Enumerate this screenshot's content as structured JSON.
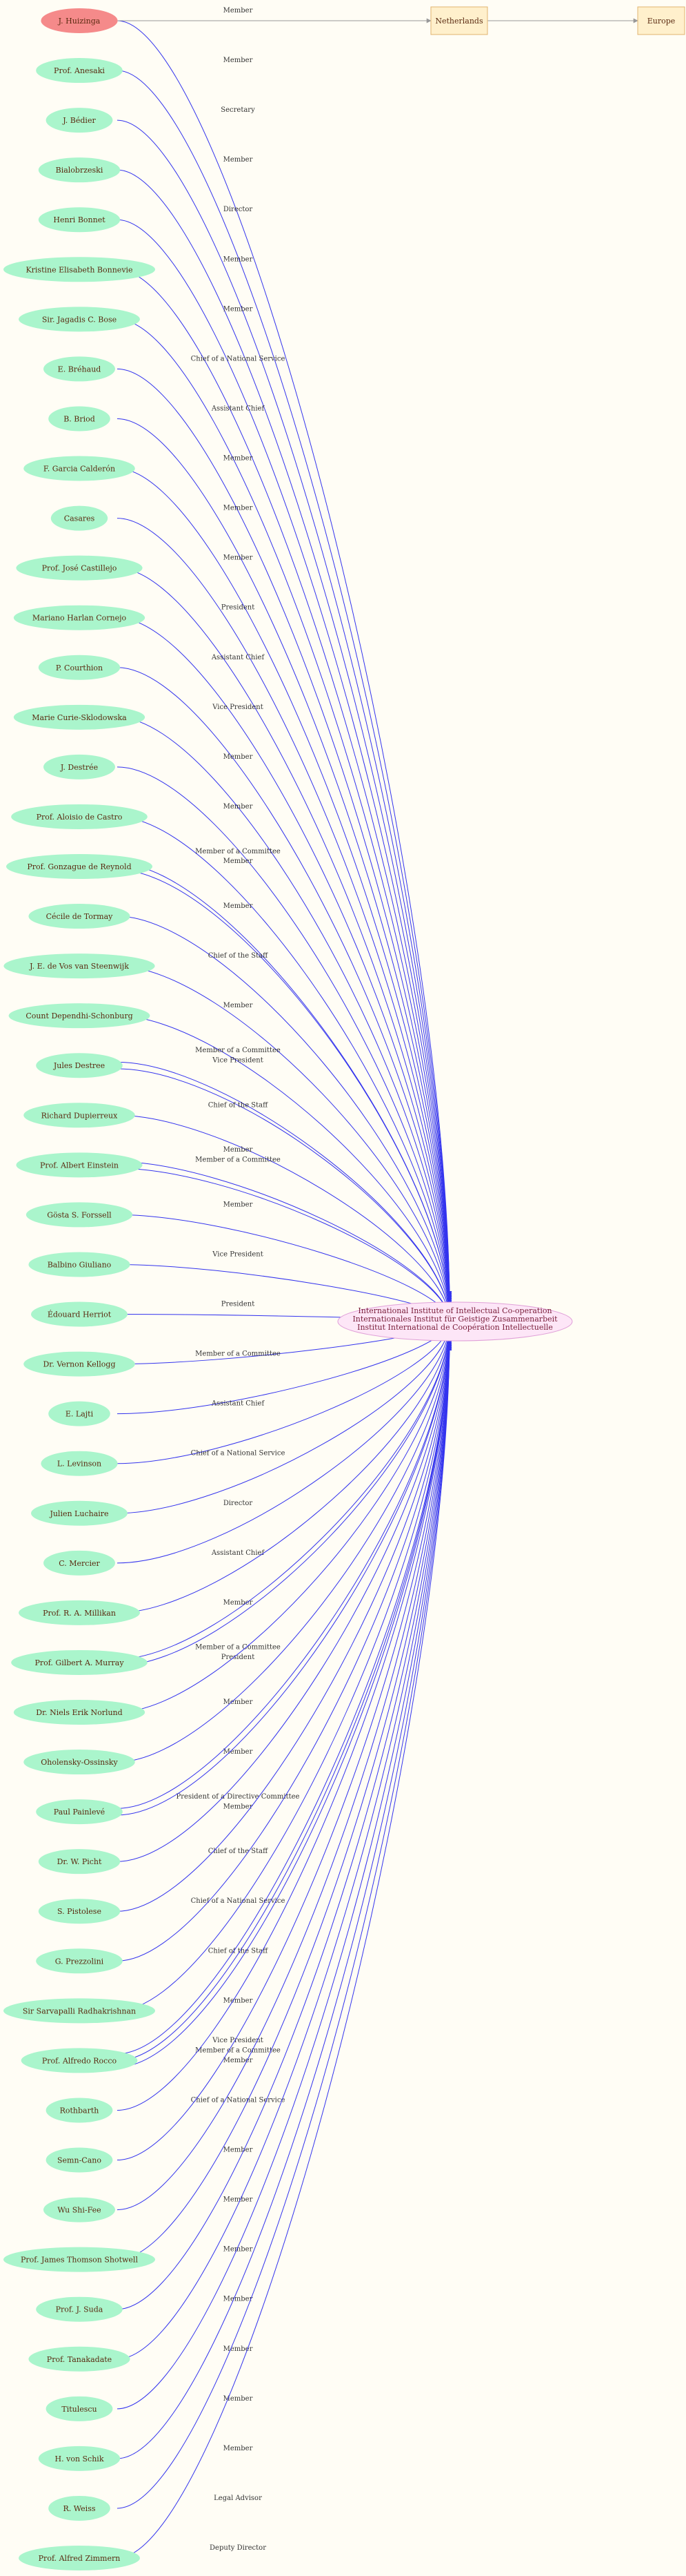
{
  "colors": {
    "background": "#fffdf5",
    "person_fill": "#aaf5cc",
    "highlight_fill": "#f58a8a",
    "hub_fill": "#fde6f7",
    "hub_stroke": "#e0a0d8",
    "box_fill": "#fff0cc",
    "box_stroke": "#e0b470",
    "edge_color": "#3333ee",
    "location_edge_color": "#999999"
  },
  "hub": {
    "lines": [
      "International Institute of Intellectual Co-operation",
      "Internationales Institut für Geistige Zusammenarbeit",
      "Institut International de Coopération Intellectuelle"
    ]
  },
  "locations": [
    {
      "id": "netherlands",
      "label": "Netherlands"
    },
    {
      "id": "europe",
      "label": "Europe"
    }
  ],
  "people": [
    {
      "name": "J. Huizinga",
      "highlight": true,
      "roles": [
        "Member"
      ]
    },
    {
      "name": "Prof. Anesaki",
      "roles": [
        "Member"
      ]
    },
    {
      "name": "J. Bédier",
      "roles": [
        "Secretary"
      ]
    },
    {
      "name": "Bialobrzeski",
      "roles": [
        "Member"
      ]
    },
    {
      "name": "Henri Bonnet",
      "roles": [
        "Director"
      ]
    },
    {
      "name": "Kristine Elisabeth Bonnevie",
      "roles": [
        "Member"
      ]
    },
    {
      "name": "Sir. Jagadis C. Bose",
      "roles": [
        "Member"
      ]
    },
    {
      "name": "E. Bréhaud",
      "roles": [
        "Chief of a National Service"
      ]
    },
    {
      "name": "B. Briod",
      "roles": [
        "Assistant Chief"
      ]
    },
    {
      "name": "F. Garcia Calderón",
      "roles": [
        "Member"
      ]
    },
    {
      "name": "Casares",
      "roles": [
        "Member"
      ]
    },
    {
      "name": "Prof. José Castillejo",
      "roles": [
        "Member"
      ]
    },
    {
      "name": "Mariano Harlan Cornejo",
      "roles": [
        "President"
      ]
    },
    {
      "name": "P. Courthion",
      "roles": [
        "Assistant Chief"
      ]
    },
    {
      "name": "Marie Curie-Sklodowska",
      "roles": [
        "Vice President"
      ]
    },
    {
      "name": "J. Destrée",
      "roles": [
        "Member"
      ]
    },
    {
      "name": "Prof. Aloisio de Castro",
      "roles": [
        "Member"
      ]
    },
    {
      "name": "Prof. Gonzague de Reynold",
      "roles": [
        "Member of a Committee",
        "Member"
      ]
    },
    {
      "name": "Cécile de Tormay",
      "roles": [
        "Member"
      ]
    },
    {
      "name": "J. E. de Vos van Steenwijk",
      "roles": [
        "Chief of the Staff"
      ]
    },
    {
      "name": "Count Dependhi-Schonburg",
      "roles": [
        "Member"
      ]
    },
    {
      "name": "Jules Destree",
      "roles": [
        "Member of a Committee",
        "Vice President"
      ]
    },
    {
      "name": "Richard Dupierreux",
      "roles": [
        "Chief of the Staff"
      ]
    },
    {
      "name": "Prof. Albert Einstein",
      "roles": [
        "Member",
        "Member of a Committee"
      ]
    },
    {
      "name": "Gösta S. Forssell",
      "roles": [
        "Member"
      ]
    },
    {
      "name": "Balbino Giuliano",
      "roles": [
        "Vice President"
      ]
    },
    {
      "name": "Édouard Herriot",
      "roles": [
        "President"
      ]
    },
    {
      "name": "Dr. Vernon Kellogg",
      "roles": [
        "Member of a Committee"
      ]
    },
    {
      "name": "E. Lajti",
      "roles": [
        "Assistant Chief"
      ]
    },
    {
      "name": "L. Levinson",
      "roles": [
        "Chief of a National Service"
      ]
    },
    {
      "name": "Julien Luchaire",
      "roles": [
        "Director"
      ]
    },
    {
      "name": "C. Mercier",
      "roles": [
        "Assistant Chief"
      ]
    },
    {
      "name": "Prof. R. A. Millikan",
      "roles": [
        "Member"
      ]
    },
    {
      "name": "Prof. Gilbert A. Murray",
      "roles": [
        "Member of a Committee",
        "President"
      ]
    },
    {
      "name": "Dr. Niels Erik Norlund",
      "roles": [
        "Member"
      ]
    },
    {
      "name": "Oholensky-Ossinsky",
      "roles": [
        "Member"
      ]
    },
    {
      "name": "Paul Painlevé",
      "roles": [
        "President of a Directive Committee",
        "Member"
      ]
    },
    {
      "name": "Dr. W. Picht",
      "roles": [
        "Chief of the Staff"
      ]
    },
    {
      "name": "S. Pistolese",
      "roles": [
        "Chief of a National Service"
      ]
    },
    {
      "name": "G. Prezzolini",
      "roles": [
        "Chief of the Staff"
      ]
    },
    {
      "name": "Sir Sarvapalli Radhakrishnan",
      "roles": [
        "Member"
      ]
    },
    {
      "name": "Prof. Alfredo Rocco",
      "roles": [
        "Vice President",
        "Member of a Committee",
        "Member"
      ]
    },
    {
      "name": "Rothbarth",
      "roles": [
        "Chief of a National Service"
      ]
    },
    {
      "name": "Semn-Cano",
      "roles": [
        "Member"
      ]
    },
    {
      "name": "Wu Shi-Fee",
      "roles": [
        "Member"
      ]
    },
    {
      "name": "Prof. James Thomson Shotwell",
      "roles": [
        "Member"
      ]
    },
    {
      "name": "Prof. J. Suda",
      "roles": [
        "Member"
      ]
    },
    {
      "name": "Prof. Tanakadate",
      "roles": [
        "Member"
      ]
    },
    {
      "name": "Titulescu",
      "roles": [
        "Member"
      ]
    },
    {
      "name": "H. von Schik",
      "roles": [
        "Member"
      ]
    },
    {
      "name": "R. Weiss",
      "roles": [
        "Legal Advisor"
      ]
    },
    {
      "name": "Prof. Alfred Zimmern",
      "roles": [
        "Deputy Director"
      ]
    }
  ]
}
